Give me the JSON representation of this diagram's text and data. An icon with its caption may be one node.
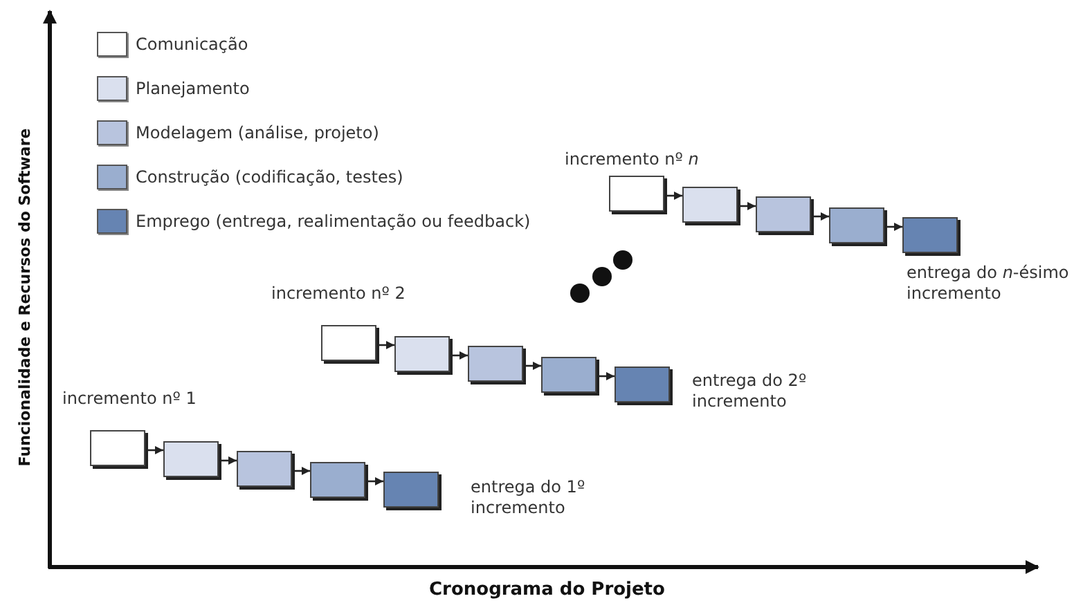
{
  "diagram": {
    "nodes": [
      {
        "text": [],
        "shape": "box"
      },
      {
        "text": [],
        "shape": "box"
      },
      {
        "text": [],
        "shape": "box"
      },
      {
        "text": [],
        "shape": "box"
      },
      {
        "text": [],
        "shape": "box"
      },
      {
        "text": [],
        "shape": "box"
      },
      {
        "text": [],
        "shape": "box"
      },
      {
        "text": [],
        "shape": "box"
      },
      {
        "text": [],
        "shape": "box"
      },
      {
        "text": [],
        "shape": "box"
      },
      {
        "text": [],
        "shape": "box"
      },
      {
        "text": [],
        "shape": "box"
      },
      {
        "text": [],
        "shape": "box"
      },
      {
        "text": [],
        "shape": "box"
      },
      {
        "text": [],
        "shape": "box"
      }
    ],
    "edges": [
      {
        "from": 0,
        "to": 1,
        "arrow": "to"
      },
      {
        "from": 1,
        "to": 2,
        "arrow": "to"
      },
      {
        "from": 2,
        "to": 3,
        "arrow": "to"
      },
      {
        "from": 3,
        "to": 4,
        "arrow": "to"
      },
      {
        "from": 5,
        "to": 6,
        "arrow": "to"
      },
      {
        "from": 6,
        "to": 7,
        "arrow": "to"
      },
      {
        "from": 7,
        "to": 8,
        "arrow": "to"
      },
      {
        "from": 8,
        "to": 9,
        "arrow": "to"
      },
      {
        "from": 10,
        "to": 11,
        "arrow": "to"
      },
      {
        "from": 11,
        "to": 12,
        "arrow": "to"
      },
      {
        "from": 12,
        "to": 13,
        "arrow": "to"
      },
      {
        "from": 13,
        "to": 14,
        "arrow": "to"
      }
    ],
    "labels": [
      "incremento nº *n*",
      "entrega do *n*-ésimo incremento",
      "incremento nº 2",
      "entrega do 2º incremento",
      "incremento nº 1",
      "entrega do 1º incremento",
      "Funcionalidade e Recursos do Software",
      "Cronograma do Projeto"
    ],
    "legend": [
      {
        "text": "Comunicação",
        "color": "#ffffff"
      },
      {
        "text": "Planejamento",
        "color": "#dae0ee"
      },
      {
        "text": "Modelagem (análise, projeto)",
        "color": "#b8c4de"
      },
      {
        "text": "Construção (codificação, testes)",
        "color": "#9aaecf"
      },
      {
        "text": "Emprego (entrega, realimentação ou feedback)",
        "color": "#6684b2"
      }
    ]
  }
}
